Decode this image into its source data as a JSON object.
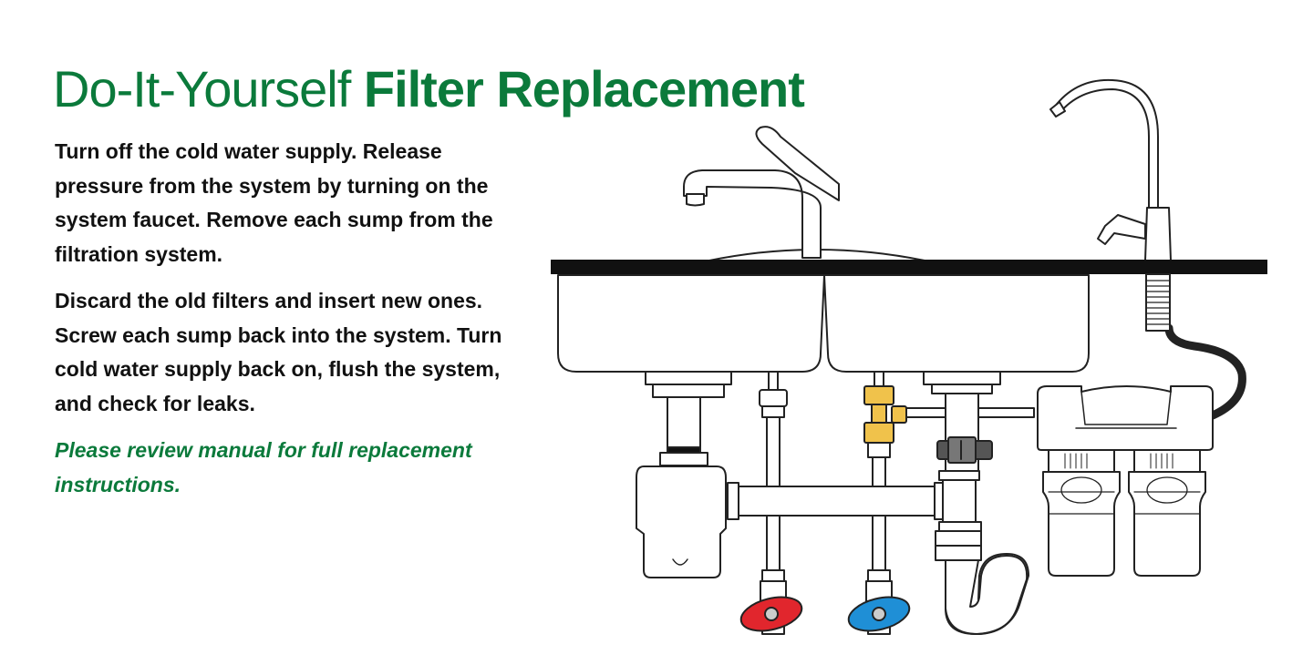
{
  "header": {
    "title_light": "Do-It-Yourself",
    "title_bold": "Filter Replacement"
  },
  "instructions": {
    "step_1": "Turn off the cold water supply. Release pressure from the system by turning on the system faucet. Remove each sump from the filtration system.",
    "step_2": "Discard the old filters and insert new ones. Screw each sump back into the system. Turn cold water supply back on, flush the system, and check for leaks.",
    "note": "Please review manual for full replacement instructions."
  },
  "colors": {
    "brand_green": "#0b7a3b",
    "hot_valve": "#e1262d",
    "cold_valve": "#1f8fd6",
    "tee_valve": "#f0c24b",
    "countertop": "#111111"
  },
  "illustration": {
    "icons": [
      "kitchen-faucet",
      "filter-faucet",
      "double-sink",
      "garbage-disposal",
      "p-trap",
      "hot-shutoff-valve",
      "cold-shutoff-valve",
      "tee-adapter-valve",
      "drain-saddle",
      "two-stage-filter-system"
    ]
  }
}
